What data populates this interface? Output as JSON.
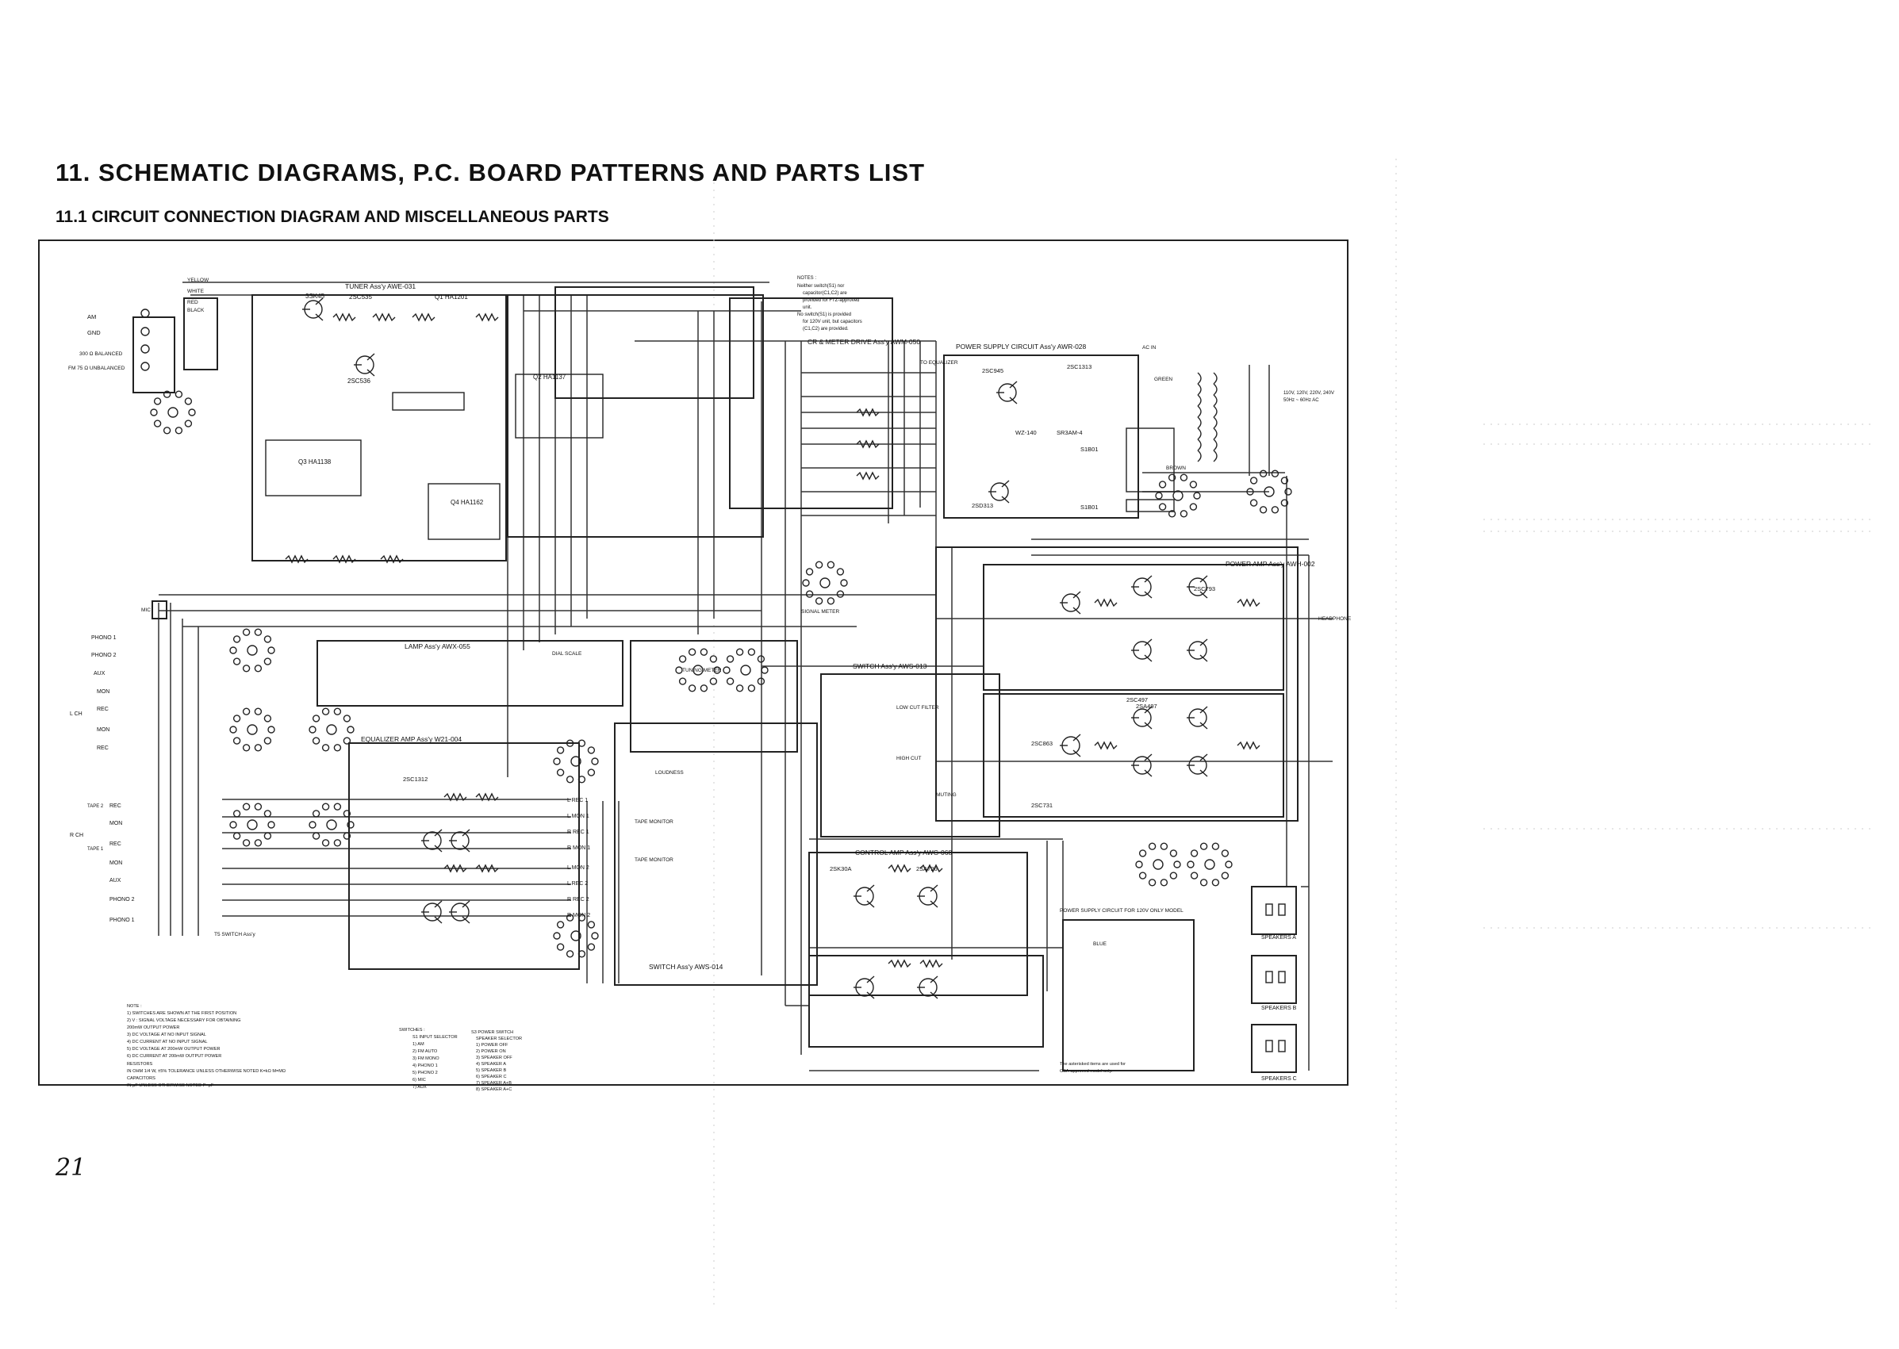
{
  "page": {
    "title": "11. SCHEMATIC DIAGRAMS, P.C. BOARD PATTERNS AND PARTS LIST",
    "subtitle": "11.1 CIRCUIT CONNECTION DIAGRAM AND MISCELLANEOUS PARTS",
    "page_number": "21"
  },
  "colors": {
    "ink": "#222222",
    "paper": "#ffffff"
  },
  "diagram": {
    "blocks": {
      "tuner": "TUNER Ass'y AWE-031",
      "meter_drive": "CR & METER DRIVE Ass'y AWM-050",
      "power_supply": "POWER SUPPLY CIRCUIT Ass'y AWR-028",
      "power_amp": "POWER AMP Ass'y AWH-002",
      "lamp": "LAMP Ass'y AWX-055",
      "equalizer": "EQUALIZER AMP Ass'y W21-004",
      "switch_013": "SWITCH Ass'y AWS-013",
      "switch_014": "SWITCH Ass'y AWS-014",
      "control_amp": "CONTROL AMP Ass'y AWG-068",
      "ps_120v": "POWER SUPPLY CIRCUIT FOR 120V ONLY MODEL"
    },
    "ics": [
      "Q1 HA1201",
      "Q2 HA1137",
      "Q3 HA1138",
      "Q4 HA1162",
      "2SC535",
      "2SC536",
      "3SK45"
    ],
    "transistors": [
      "2SC945",
      "2SD313",
      "2SC1313",
      "2SA497",
      "2SC793",
      "2SC497",
      "2SC863",
      "2SC731",
      "2SC1312",
      "2SK30A",
      "2SA726"
    ],
    "ps_parts": [
      "WZ-140",
      "SR3AM-4",
      "S1B01",
      "S1B01"
    ],
    "antenna_labels": [
      "AM",
      "GND",
      "300 Ω BALANCED",
      "FM 75 Ω UNBALANCED"
    ],
    "wire_colors": [
      "YELLOW",
      "WHITE",
      "RED",
      "BLACK",
      "GREEN",
      "BROWN",
      "BLUE"
    ],
    "left_jacks": [
      "PHONO 1",
      "PHONO 2",
      "AUX",
      "MON",
      "REC",
      "MON",
      "REC"
    ],
    "right_ch_jacks": [
      "REC",
      "MON",
      "REC",
      "MON",
      "AUX",
      "PHONO 2",
      "PHONO 1"
    ],
    "channel_labels": [
      "L CH",
      "R CH",
      "TAPE 1",
      "TAPE 2"
    ],
    "eq_outputs": [
      "L REC 1",
      "L MON 1",
      "R REC 1",
      "R MON 1",
      "L MON 2",
      "L REC 2",
      "R REC 2",
      "R MON 2"
    ],
    "speakers": [
      "SPEAKERS A",
      "SPEAKERS B",
      "SPEAKERS C"
    ],
    "misc_labels": [
      "HEADPHONE",
      "SIGNAL METER",
      "TUNING METER",
      "DIAL SCALE",
      "LOW CUT FILTER",
      "HIGH CUT",
      "MUTING",
      "TAPE MONITOR",
      "TAPE MONITOR",
      "T5 SWITCH Ass'y",
      "TO EQUALIZER",
      "AC IN",
      "LOUDNESS",
      "MIC"
    ],
    "notes_top": [
      "NOTES :",
      "Neither switch(S1) nor",
      "capacitor(C1,C2) are",
      "provided for FTZ-approved",
      "unit.",
      "No switch(S1) is provided",
      "for 120V unit, but capacitors",
      "(C1,C2) are provided."
    ],
    "notes_bottom": [
      "NOTE :",
      "1) SWITCHES ARE SHOWN AT THE FIRST POSITION",
      "2) V : SIGNAL VOLTAGE NECESSARY FOR OBTAINING",
      "   200mW OUTPUT POWER",
      "3) DC VOLTAGE AT NO INPUT SIGNAL",
      "4) DC CURRENT AT NO INPUT SIGNAL",
      "5) DC VOLTAGE AT 200mW OUTPUT POWER",
      "6) DC CURRENT AT 200mW OUTPUT POWER",
      "RESISTORS",
      "   IN OHM 1/4 W, ±5% TOLERANCE UNLESS OTHERWISE NOTED K=kΩ M=MΩ",
      "CAPACITORS",
      "   IN μF UNLESS OTHERWISE NOTED P=pF"
    ],
    "switch_legend": [
      "SWITCHES :",
      "S1 INPUT SELECTOR",
      "1) AM",
      "2) FM AUTO",
      "3) FM MONO",
      "4) PHONO 1",
      "5) PHONO 2",
      "6) MIC",
      "7) AUX"
    ],
    "speaker_legend": [
      "S3 POWER SWITCH",
      "SPEAKER SELECTOR",
      "1) POWER OFF",
      "2) POWER ON",
      "3) SPEAKER OFF",
      "4) SPEAKER A",
      "5) SPEAKER B",
      "6) SPEAKER C",
      "7) SPEAKER A+B",
      "8) SPEAKER A+C"
    ],
    "ac_note": [
      "110V, 120V, 220V, 240V",
      "50Hz ~ 60Hz AC"
    ],
    "csa_note": [
      "The asterisked items are used for",
      "CSA-approved model only."
    ]
  }
}
